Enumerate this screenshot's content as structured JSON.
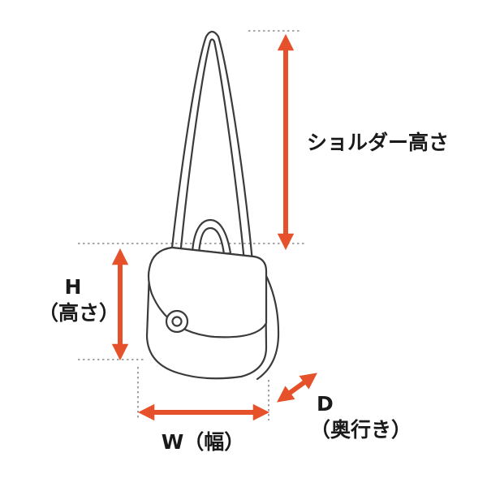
{
  "diagram": {
    "labels": {
      "shoulder_height": "ショルダー高さ",
      "height_abbr": "H",
      "height_name": "（高さ）",
      "width": "W（幅）",
      "depth_abbr": "D",
      "depth_name": "（奥行き）"
    },
    "colors": {
      "arrow": "#e4512b",
      "outline": "#3b3b3b",
      "guide": "#8a8a8a",
      "text": "#1a1a1a",
      "background": "#ffffff"
    }
  }
}
